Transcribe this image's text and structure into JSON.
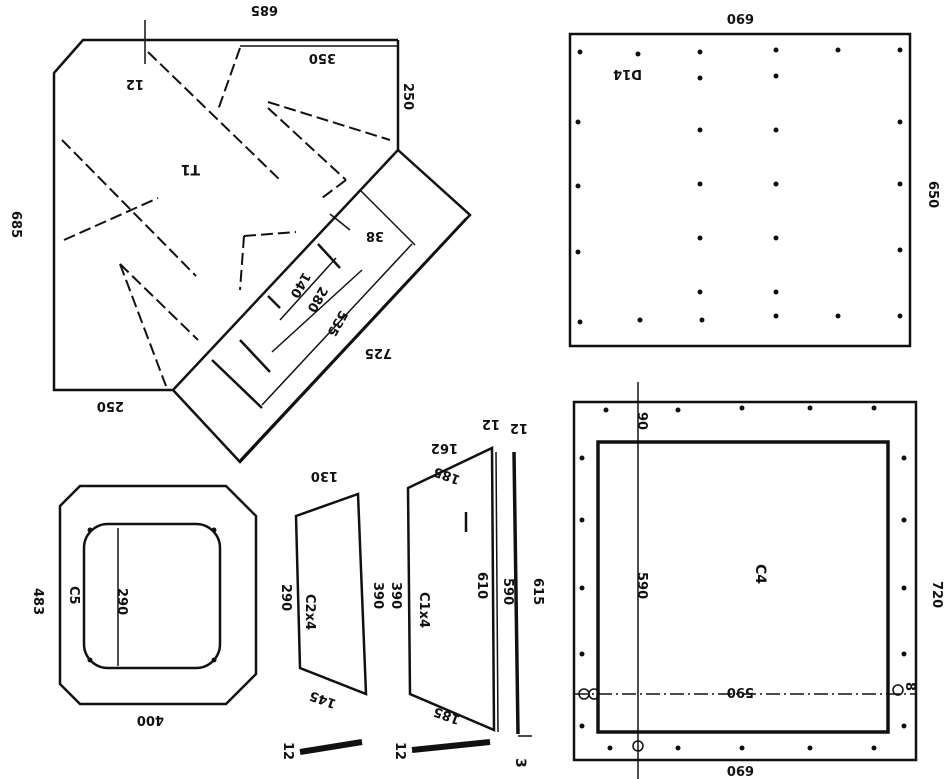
{
  "drawing": {
    "panel_T1": {
      "label": "T1",
      "dims": {
        "top": "685",
        "left": "685",
        "bottom": "250",
        "right_upper": "250",
        "inner_top": "350",
        "notch": "12",
        "diag_long": "725",
        "diag_mid": "535",
        "diag_short": "280",
        "diag_min": "140",
        "gap": "38"
      }
    },
    "panel_D14": {
      "label": "D14",
      "width": "690",
      "height": "650"
    },
    "panel_C4": {
      "label": "C4",
      "width_outer": "690",
      "height_outer": "720",
      "inner_h": "590",
      "inner_w": "590",
      "offset": "90",
      "marker": "8"
    },
    "panel_C5": {
      "label": "C5",
      "width": "400",
      "height": "483",
      "inner": "290"
    },
    "panel_C2": {
      "label": "C2x4",
      "top": "130",
      "bottom": "145",
      "left": "290",
      "right": "390"
    },
    "panel_C1": {
      "label": "C1x4",
      "top": "162",
      "top_inner": "185",
      "bottom": "185",
      "left": "390",
      "right": "610",
      "edge": "590",
      "strip": "615",
      "strip_w": "12",
      "thk": "12"
    },
    "strips": {
      "s1": "12",
      "s2": "12",
      "s3": "3"
    }
  }
}
